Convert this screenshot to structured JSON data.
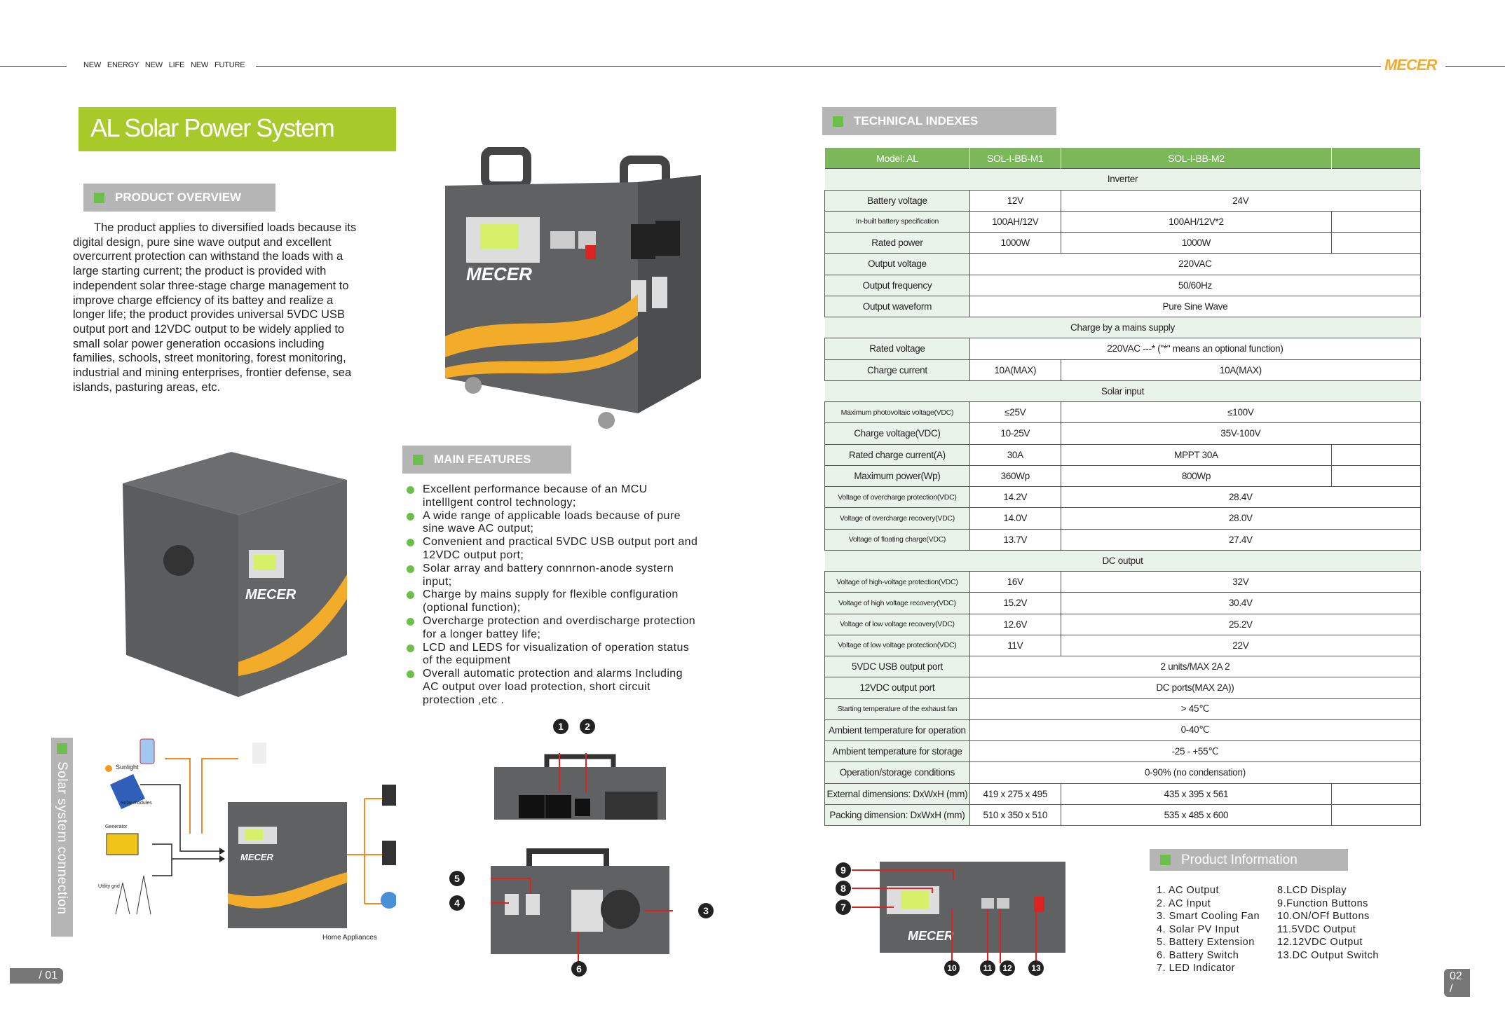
{
  "header": {
    "tagline": "NEW ENERGY  NEW LIFE  NEW FUTURE",
    "logo": "MECER"
  },
  "title": "AL Solar Power System",
  "overview": {
    "heading": "PRODUCT OVERVIEW",
    "text": "The product applies to diversified loads because its digital design, pure sine wave output and excellent overcurrent protection can withstand the loads with a large starting current; the product is provided with independent solar three-stage charge management to improve charge effciency of its battey  and realize a longer life; the product provides universal 5VDC USB output port and  12VDC output to be widely  applied to small solar power generation occasions including families, schools, street monitoring, forest monitoring, industrial and mining enterprises, frontier defense, sea islands, pasturing areas, etc."
  },
  "features": {
    "heading": "MAIN FEATURES",
    "items": [
      "Excellent performance because of an MCU intelllgent control technology;",
      "A wide range of applicable loads because of pure sine wave AC output;",
      "Convenient and practical 5VDC USB output port and 12VDC output port;",
      "Solar array and battery connrnon-anode systern input;",
      "Charge by mains supply for flexible conflguration (optional function);",
      "Overcharge protection and overdischarge protection for a longer battey life;",
      "LCD and LEDS for visualization of operation status of the equipment",
      "Overall automatic protection and alarms Including AC output over load protection, short circuit protection ,etc ."
    ]
  },
  "connection": {
    "heading": "Solar system connection",
    "labels": {
      "sunlight": "Sunlight",
      "solar_modules": "Solar modules",
      "generator": "Generator",
      "utility_grid": "Utility grid",
      "home_appliances": "Home Appliances"
    }
  },
  "pages": {
    "left": "/ 01",
    "right": "02 /"
  },
  "tech": {
    "heading": "TECHNICAL INDEXES",
    "header": {
      "model": "Model: AL",
      "m1": "SOL-I-BB-M1",
      "m2": "SOL-I-BB-M2"
    },
    "rows": [
      {
        "section": "Inverter"
      },
      {
        "label": "Battery voltage",
        "m1": "12V",
        "m2": "24V"
      },
      {
        "label": "In-built battery specification",
        "small": true,
        "m1": "100AH/12V",
        "m2": "100AH/12V*2",
        "split": true
      },
      {
        "label": "Rated power",
        "m1": "1000W",
        "m2": "1000W",
        "split": true
      },
      {
        "label": "Output voltage",
        "all": "220VAC"
      },
      {
        "label": "Output frequency",
        "all": "50/60Hz"
      },
      {
        "label": "Output waveform",
        "all": "Pure Sine Wave"
      },
      {
        "section": "Charge by a mains supply"
      },
      {
        "label": "Rated voltage",
        "all": "220VAC ---* (\"*\" means an optional function)"
      },
      {
        "label": "Charge current",
        "m1": "10A(MAX)",
        "m2": "10A(MAX)"
      },
      {
        "section": "Solar input"
      },
      {
        "label": "Maximum photovoltaic voltage(VDC)",
        "small": true,
        "m1": "≤25V",
        "m2": "≤100V"
      },
      {
        "label": "Charge voltage(VDC)",
        "m1": "10-25V",
        "m2": "35V-100V"
      },
      {
        "label": "Rated charge current(A)",
        "m1": "30A",
        "m2": "MPPT 30A",
        "split": true
      },
      {
        "label": "Maximum power(Wp)",
        "m1": "360Wp",
        "m2": "800Wp",
        "split": true
      },
      {
        "label": "Voltage of overcharge protection(VDC)",
        "small": true,
        "m1": "14.2V",
        "m2": "28.4V"
      },
      {
        "label": "Voltage of overcharge recovery(VDC)",
        "small": true,
        "m1": "14.0V",
        "m2": "28.0V"
      },
      {
        "label": "Voltage of floating charge(VDC)",
        "small": true,
        "m1": "13.7V",
        "m2": "27.4V"
      },
      {
        "section": "DC output"
      },
      {
        "label": "Voltage of high-voltage protection(VDC)",
        "small": true,
        "m1": "16V",
        "m2": "32V"
      },
      {
        "label": "Voltage of high voltage recovery(VDC)",
        "small": true,
        "m1": "15.2V",
        "m2": "30.4V"
      },
      {
        "label": "Voltage of low voltage recovery(VDC)",
        "small": true,
        "m1": "12.6V",
        "m2": "25.2V"
      },
      {
        "label": "Voltage of low voltage protection(VDC)",
        "small": true,
        "m1": "11V",
        "m2": "22V"
      },
      {
        "label": "5VDC USB output port",
        "all": "2 units/MAX 2A 2"
      },
      {
        "label": "12VDC output port",
        "all": "DC ports(MAX 2A))"
      },
      {
        "label": "Starting temperature of the exhaust fan",
        "small": true,
        "all": "> 45℃"
      },
      {
        "label": "Ambient temperature for operation",
        "all": "0-40℃"
      },
      {
        "label": "Ambient temperature for storage",
        "all": "-25 - +55℃"
      },
      {
        "label": "Operation/storage conditions",
        "all": "0-90% (no condensation)"
      },
      {
        "label": "External dimensions: DxWxH (mm)",
        "m1": "419 x 275 x 495",
        "m2": "435 x 395 x 561",
        "split": true
      },
      {
        "label": "Packing dimension: DxWxH (mm)",
        "m1": "510 x 350 x 510",
        "m2": "535 x 485 x 600",
        "split": true
      }
    ]
  },
  "product_info": {
    "heading": "Product Information",
    "col1": [
      "1. AC Output",
      "2. AC Input",
      "3. Smart Cooling Fan",
      "4. Solar PV Input",
      "5. Battery Extension",
      "6. Battery Switch",
      "7. LED Indicator"
    ],
    "col2": [
      "8.LCD Display",
      "9.Function Buttons",
      "10.ON/OFf Buttons",
      "11.5VDC Output",
      "12.12VDC Output",
      "13.DC Output Switch"
    ]
  },
  "callouts": [
    "1",
    "2",
    "3",
    "4",
    "5",
    "6",
    "7",
    "8",
    "9",
    "10",
    "11",
    "12",
    "13"
  ],
  "colors": {
    "green": "#a8c92a",
    "accent_green": "#6cbf4a",
    "orange": "#f3ac2a",
    "device_gray": "#5f6163"
  }
}
